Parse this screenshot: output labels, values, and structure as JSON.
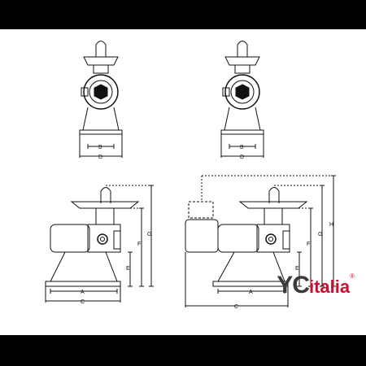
{
  "dimensions": {
    "a": "A",
    "b": "B",
    "c": "C",
    "d": "D",
    "e": "E",
    "f": "F",
    "g": "G",
    "h": "H"
  },
  "brand": {
    "main": "YC",
    "suffix": "italia",
    "mark": "®"
  },
  "colors": {
    "line": "#111111",
    "brand_gray": "#3a3a3a",
    "brand_red": "#c8102e",
    "border": "#000000"
  }
}
